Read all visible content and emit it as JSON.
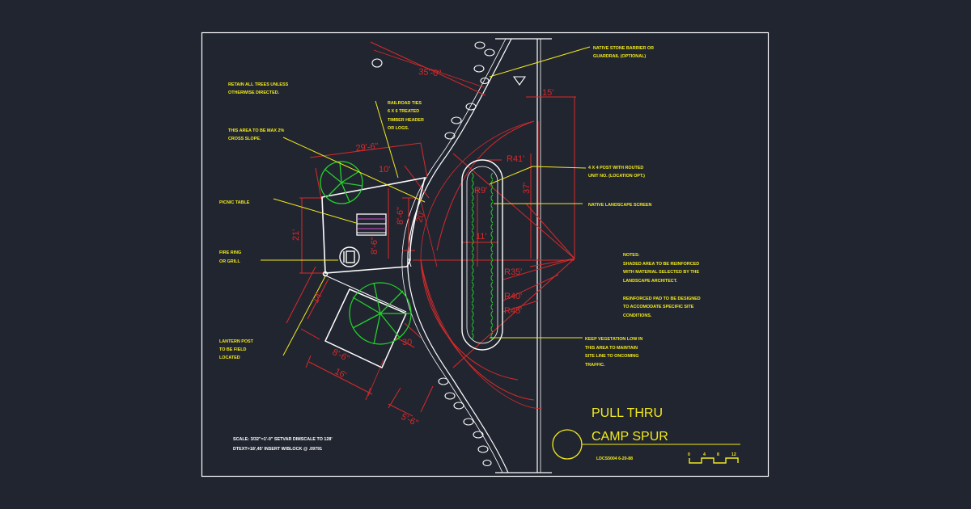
{
  "title": {
    "line1": "PULL THRU",
    "line2": "CAMP SPUR",
    "sheet_id": "LDCS5004   6-20-88"
  },
  "scale_bar": {
    "ticks": [
      "0",
      "4",
      "8",
      "12"
    ]
  },
  "footer_notes": {
    "line1": "SCALE: 3/32\"=1'-0\"  SETVAR DIMSCALE TO 128'",
    "line2": "DTEXT=18',45'  INSERT W/BLOCK @ .09791"
  },
  "callouts": {
    "retain_trees": [
      "RETAIN ALL TREES UNLESS",
      "OTHERWISE DIRECTED."
    ],
    "max_slope": [
      "THIS AREA TO BE MAX 2%",
      "CROSS SLOPE."
    ],
    "picnic_table": [
      "PICNIC TABLE"
    ],
    "fire_ring": [
      "FIRE RING",
      "OR GRILL"
    ],
    "lantern_post": [
      "LANTERN POST",
      "TO BE FIELD",
      "LOCATED"
    ],
    "railroad_ties": [
      "RAILROAD TIES",
      "6 X 6 TREATED",
      "TIMBER HEADER",
      "OR LOGS."
    ],
    "stone_barrier": [
      "NATIVE STONE BARRIER OR",
      "GUARDRAIL (OPTIONAL)"
    ],
    "post_routed": [
      "4 X 4 POST WITH ROUTED",
      "UNIT NO. (LOCATION OPT.)"
    ],
    "landscape_screen": [
      "NATIVE LANDSCAPE SCREEN"
    ],
    "keep_vegetation": [
      "KEEP VEGETATION LOW IN",
      "THIS AREA TO MAINTAIN",
      "SITE LINE TO ONCOMING",
      "TRAFFIC."
    ],
    "notes": [
      "NOTES:",
      "SHADED AREA TO BE REINFORCED",
      "WITH MATERIAL SELECTED BY THE",
      "LANDSCAPE ARCHITECT.",
      "",
      "REINFORCED PAD TO BE DESIGNED",
      "TO ACCOMODATE SPECIFIC SITE",
      "CONDITIONS."
    ]
  },
  "dimensions": {
    "d35": "35'-0\"",
    "d29": "29'-6\"",
    "d10": "10'",
    "d15": "15'",
    "r41": "R41'",
    "r9": "R9'",
    "d37": "37'",
    "d11": "11'",
    "d20": "20'",
    "d21": "21'",
    "d8a": "8'-6\"",
    "d8b": "8'-6\"",
    "d8c": "8'-6\"",
    "d14": "14'",
    "d16": "16'",
    "d30": "30",
    "d5": "5'-6\"",
    "r35": "R35'",
    "r40": "R40'",
    "r45": "R45'"
  },
  "colors": {
    "background": "#212530",
    "frame": "#ffffff",
    "dimension": "#d92a2a",
    "annotation": "#f2ea1c",
    "vegetation": "#22d12a",
    "table_accent": "#d64fd6"
  }
}
